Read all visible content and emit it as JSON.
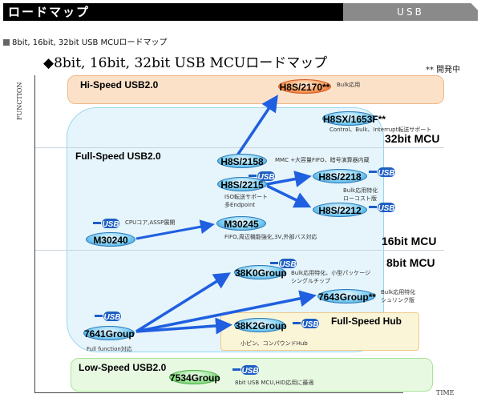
{
  "header": {
    "title": "ロードマップ",
    "tab": "USB"
  },
  "subheading": "8bit, 16bit, 32bit USB MCUロードマップ",
  "diagram": {
    "title": "◆8bit, 16bit, 32bit USB MCUロードマップ",
    "legend_note": "** 開発中",
    "axis": {
      "y_label": "FUNCTION",
      "x_label": "TIME"
    },
    "regions": {
      "hi_speed": "Hi-Speed USB2.0",
      "full_speed": "Full-Speed USB2.0",
      "mcu_32": "32bit MCU",
      "mcu_16": "16bit MCU",
      "mcu_8": "8bit MCU",
      "hub": "Full-Speed Hub",
      "low_speed": "Low-Speed USB2.0"
    },
    "chips": {
      "h8s_2170": "H8S/2170**",
      "h8sx_1653f": "H8SX/1653F**",
      "h8s_2158": "H8S/2158",
      "h8s_2215": "H8S/2215",
      "h8s_2218": "H8S/2218",
      "h8s_2212": "H8S/2212",
      "m30240": "M30240",
      "m30245": "M30245",
      "g38k0": "38K0Group",
      "g7643": "7643Group**",
      "g7641": "7641Group",
      "g38k2": "38K2Group",
      "g7534": "7534Group"
    },
    "notes": {
      "h8s_2170": "Bulk応用",
      "h8sx_1653f": "Control、Bulk、Interrupt転送サポート",
      "h8s_2158": "MMC +大容量FIFO、暗号演算器内蔵",
      "h8s_2215_a": "ISO転送サポート",
      "h8s_2215_b": "多Endpoint",
      "h8s_2218_a": "Bulk応用特化",
      "h8s_2218_b": "ローコスト版",
      "m30240": "CPUコア,ASSP展開",
      "m30245": "FIFO,周辺機能強化,3V,外部バス対応",
      "g38k0_a": "Bulk応用特化、小型パッケージ",
      "g38k0_b": "シングルチップ",
      "g7643_a": "Bulk応用特化",
      "g7643_b": "シュリンク版",
      "g7641": "Full function対応",
      "g38k2": "小ピン、コンパウンドHub",
      "g7534": "8bit USB MCU,HID応用に最適"
    },
    "usb_logo_text": "USB"
  },
  "colors": {
    "header_bg": "#000000",
    "tab_bg": "#8a8a8a",
    "arrow": "#1f5fe0"
  }
}
